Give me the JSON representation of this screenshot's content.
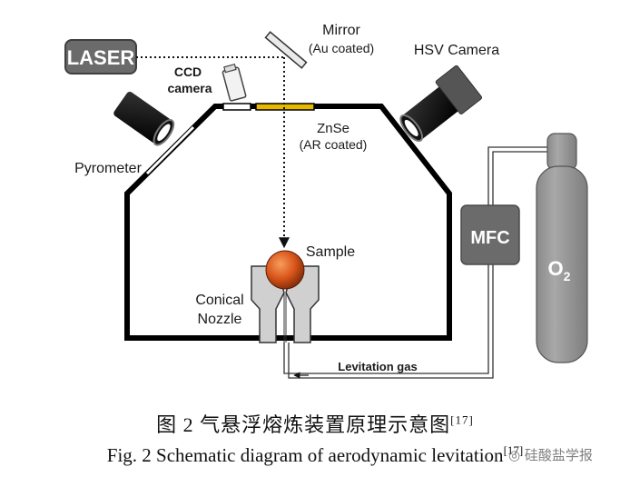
{
  "diagram": {
    "laser": "LASER",
    "mirror": "Mirror",
    "mirror_note": "(Au coated)",
    "ccd_line1": "CCD",
    "ccd_line2": "camera",
    "hsv_camera": "HSV Camera",
    "pyrometer": "Pyrometer",
    "window": "ZnSe",
    "window_note": "(AR coated)",
    "sample": "Sample",
    "nozzle_line1": "Conical",
    "nozzle_line2": "Nozzle",
    "mfc": "MFC",
    "cylinder_main": "O",
    "cylinder_sub": "2",
    "levitation_gas": "Levitation gas"
  },
  "caption": {
    "cn": "图 2    气悬浮熔炼装置原理示意图",
    "cn_ref": "[17]",
    "en": "Fig. 2    Schematic diagram of aerodynamic levitation",
    "en_ref": "[17]"
  },
  "watermark": "硅酸盐学报",
  "colors": {
    "laser_box": "#6b6b6b",
    "mfc_box": "#6b6b6b",
    "cylinder": "#9a9a9a",
    "nozzle": "#d0d0d0",
    "window_glass": "#e6b800",
    "sample": "#c2410c"
  }
}
